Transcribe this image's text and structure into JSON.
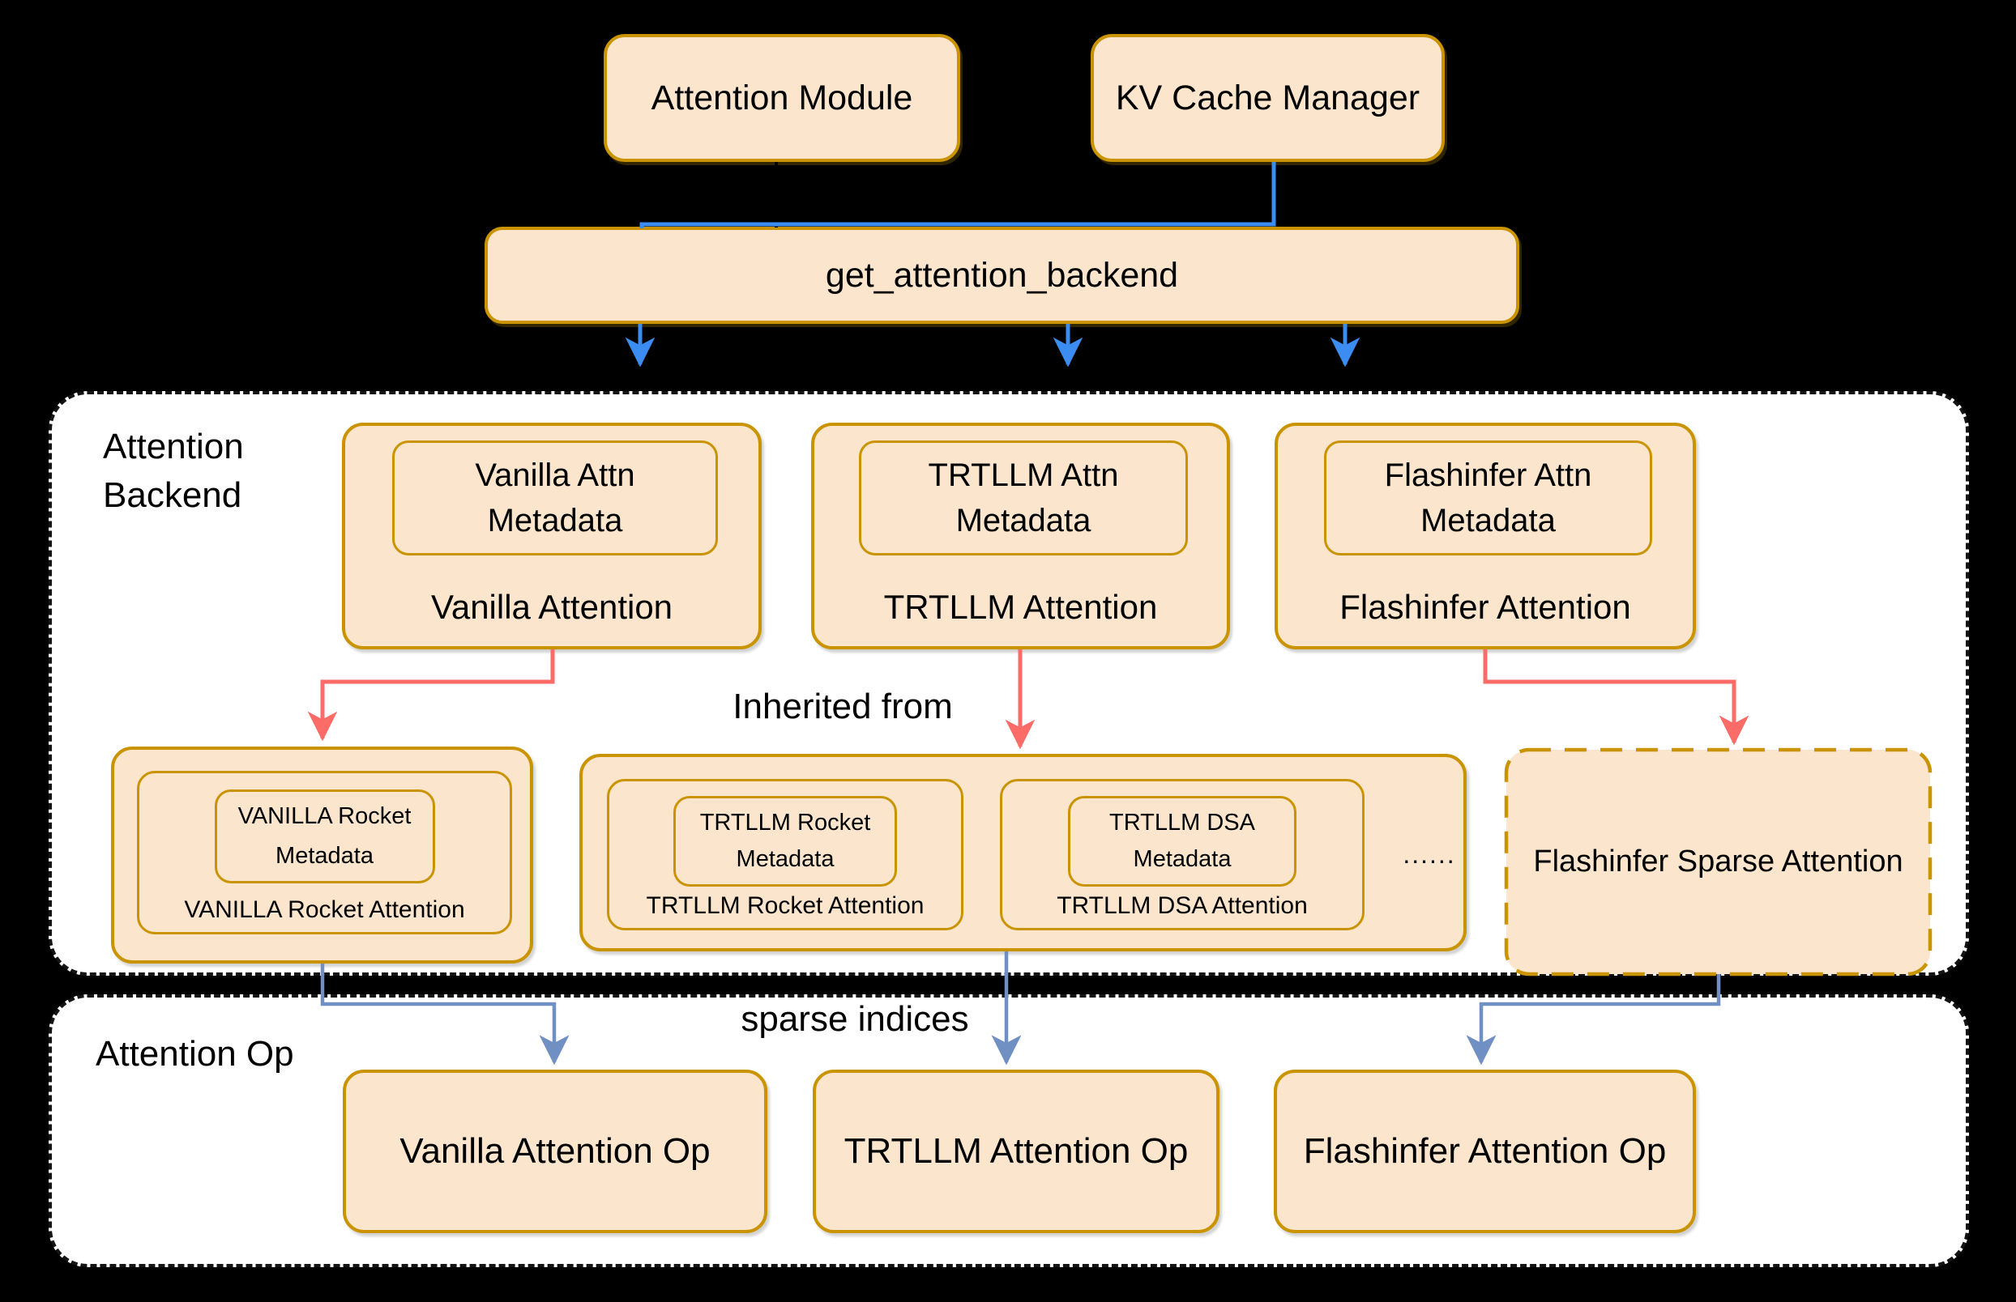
{
  "colors": {
    "background": "#000000",
    "node_fill": "#FCE5CD",
    "node_border": "#C99400",
    "container_fill": "#FFFFFF",
    "container_border": "#141414",
    "text": "#000000",
    "arrow_blue": "#3C8DF2",
    "arrow_red": "#FB6B68",
    "arrow_steel": "#7090C4"
  },
  "top_row": {
    "attention_module": "Attention Module",
    "kv_cache_manager": "KV Cache Manager",
    "dispatcher": "get_attention_backend"
  },
  "backend_section": {
    "label_line1": "Attention",
    "label_line2": "Backend",
    "inherited_from_label": "Inherited from",
    "backends": [
      {
        "metadata_line1": "Vanilla Attn",
        "metadata_line2": "Metadata",
        "name": "Vanilla Attention"
      },
      {
        "metadata_line1": "TRTLLM Attn",
        "metadata_line2": "Metadata",
        "name": "TRTLLM Attention"
      },
      {
        "metadata_line1": "Flashinfer Attn",
        "metadata_line2": "Metadata",
        "name": "Flashinfer Attention"
      }
    ],
    "derived": [
      {
        "metadata_line1": "VANILLA Rocket",
        "metadata_line2": "Metadata",
        "name": "VANILLA Rocket Attention"
      },
      {
        "metadata_line1": "TRTLLM Rocket",
        "metadata_line2": "Metadata",
        "name": "TRTLLM Rocket Attention"
      },
      {
        "metadata_line1": "TRTLLM DSA",
        "metadata_line2": "Metadata",
        "name": "TRTLLM DSA Attention"
      }
    ],
    "ellipsis": "......",
    "flashinfer_sparse": "Flashinfer Sparse Attention"
  },
  "op_section": {
    "label": "Attention Op",
    "sparse_indices_label": "sparse indices",
    "ops": [
      "Vanilla Attention Op",
      "TRTLLM Attention Op",
      "Flashinfer Attention Op"
    ]
  }
}
